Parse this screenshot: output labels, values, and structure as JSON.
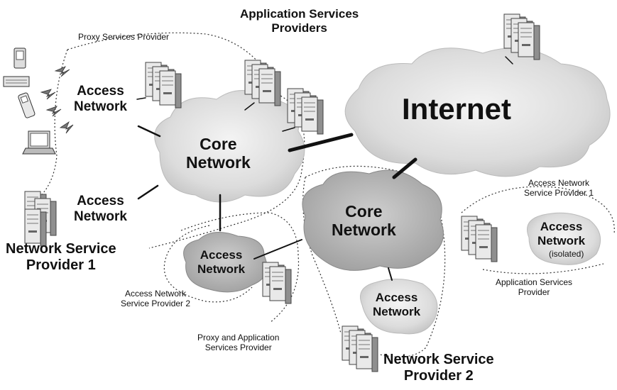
{
  "labels": {
    "internet": "Internet",
    "core_network_1": "Core\nNetwork",
    "core_network_2": "Core\nNetwork",
    "access_network_top": "Access\nNetwork",
    "access_network_left": "Access\nNetwork",
    "access_network_center": "Access\nNetwork",
    "access_network_bottom": "Access\nNetwork",
    "access_network_isolated": "Access\nNetwork",
    "isolated_note": "(isolated)",
    "app_services_providers": "Application Services\nProviders",
    "proxy_services_provider": "Proxy Services Provider",
    "nsp1": "Network Service\nProvider 1",
    "nsp2": "Network Service\nProvider 2",
    "ansp2": "Access Network\nService Provider 2",
    "proxy_app_provider": "Proxy and Application\nServices Provider",
    "ansp1": "Access Network\nService Provider 1",
    "app_services_provider": "Application Services\nProvider"
  },
  "colors": {
    "cloud_fill": "#d6d6d6",
    "cloud_dark": "#a9a9a9",
    "server_light": "#eeeeee",
    "server_dark": "#8f8f8f",
    "line": "#111111"
  },
  "icons": [
    "pda-icon",
    "keyboard-icon",
    "mobile-phone-icon",
    "laptop-icon",
    "lightning-icon",
    "server-rack-icon"
  ]
}
